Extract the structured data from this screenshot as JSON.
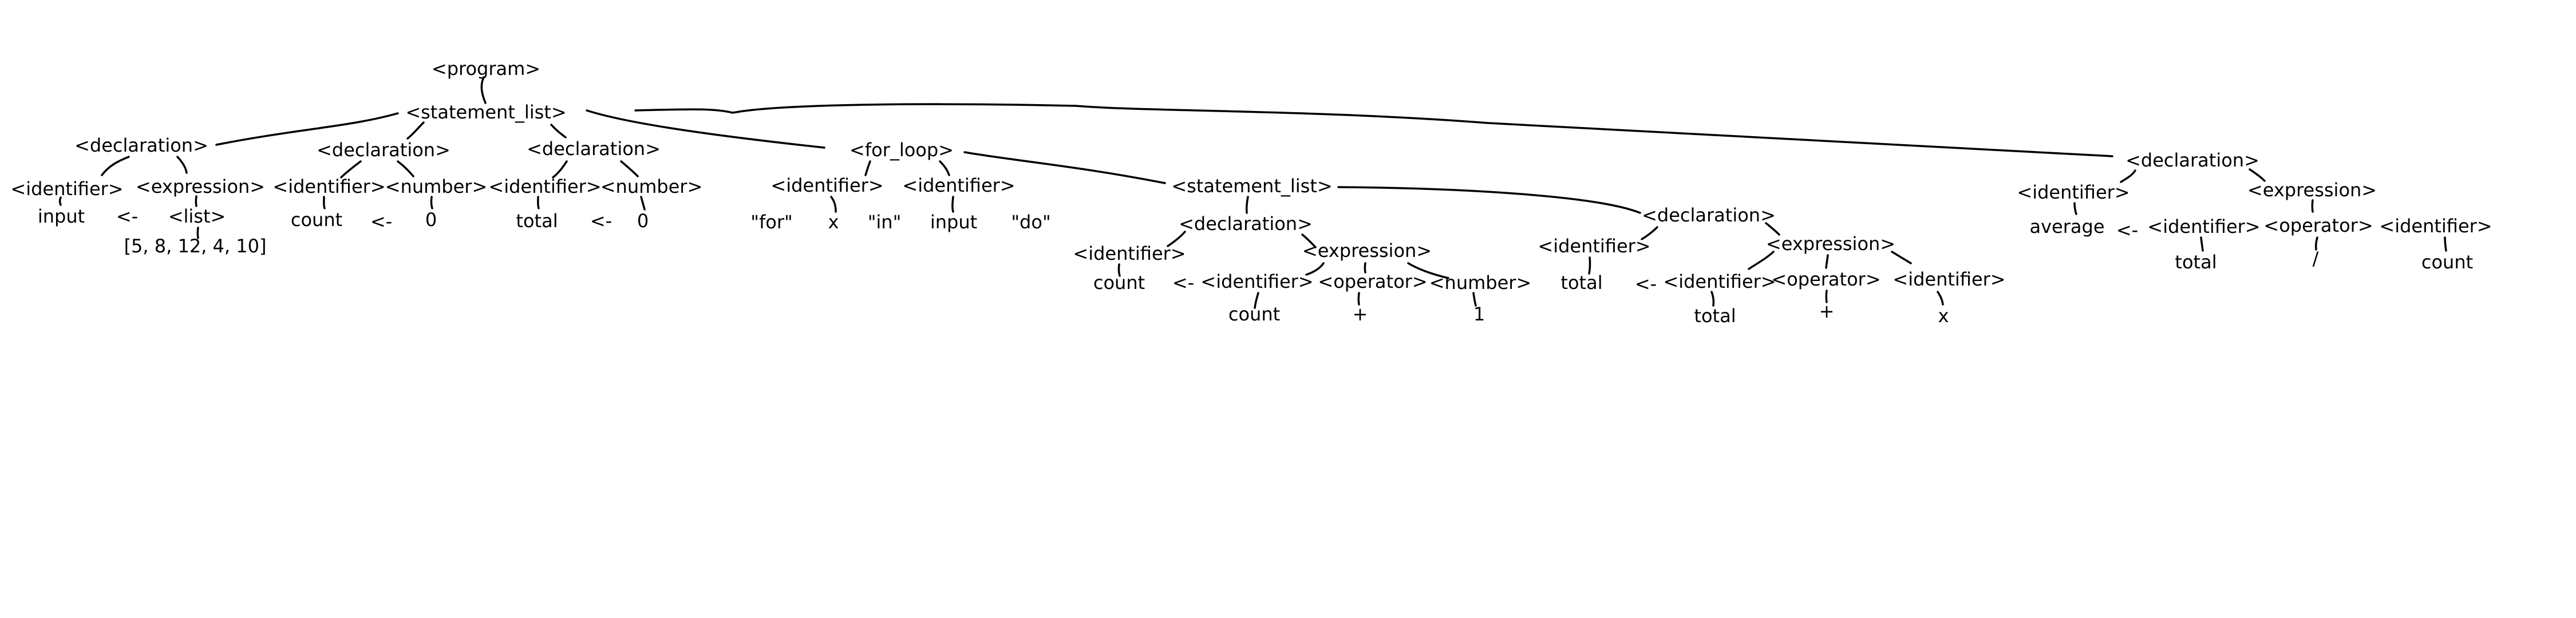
{
  "tree": {
    "program": "<program>",
    "stmt_list_root": "<statement_list>",
    "decl1": {
      "label": "<declaration>",
      "identifier": "<identifier>",
      "name": "input",
      "arrow": "<-",
      "expression": "<expression>",
      "list": "<list>",
      "list_value": "[5, 8, 12, 4, 10]"
    },
    "decl2": {
      "label": "<declaration>",
      "identifier": "<identifier>",
      "name": "count",
      "arrow": "<-",
      "number": "<number>",
      "value": "0"
    },
    "decl3": {
      "label": "<declaration>",
      "identifier": "<identifier>",
      "name": "total",
      "arrow": "<-",
      "number": "<number>",
      "value": "0"
    },
    "for_loop": {
      "label": "<for_loop>",
      "kw_for": "\"for\"",
      "var_identifier": "<identifier>",
      "var_name": "x",
      "kw_in": "\"in\"",
      "iter_identifier": "<identifier>",
      "iter_name": "input",
      "kw_do": "\"do\"",
      "stmt_list": "<statement_list>",
      "decl_a": {
        "label": "<declaration>",
        "identifier": "<identifier>",
        "name": "count",
        "arrow": "<-",
        "expression": "<expression>",
        "lhs_identifier": "<identifier>",
        "lhs_name": "count",
        "operator": "<operator>",
        "op": "+",
        "number": "<number>",
        "value": "1"
      },
      "decl_b": {
        "label": "<declaration>",
        "identifier": "<identifier>",
        "name": "total",
        "arrow": "<-",
        "expression": "<expression>",
        "lhs_identifier": "<identifier>",
        "lhs_name": "total",
        "operator": "<operator>",
        "op": "+",
        "rhs_identifier": "<identifier>",
        "rhs_name": "x"
      }
    },
    "decl4": {
      "label": "<declaration>",
      "identifier": "<identifier>",
      "name": "average",
      "arrow": "<-",
      "expression": "<expression>",
      "lhs_identifier": "<identifier>",
      "lhs_name": "total",
      "operator": "<operator>",
      "op": "/",
      "rhs_identifier": "<identifier>",
      "rhs_name": "count"
    }
  }
}
